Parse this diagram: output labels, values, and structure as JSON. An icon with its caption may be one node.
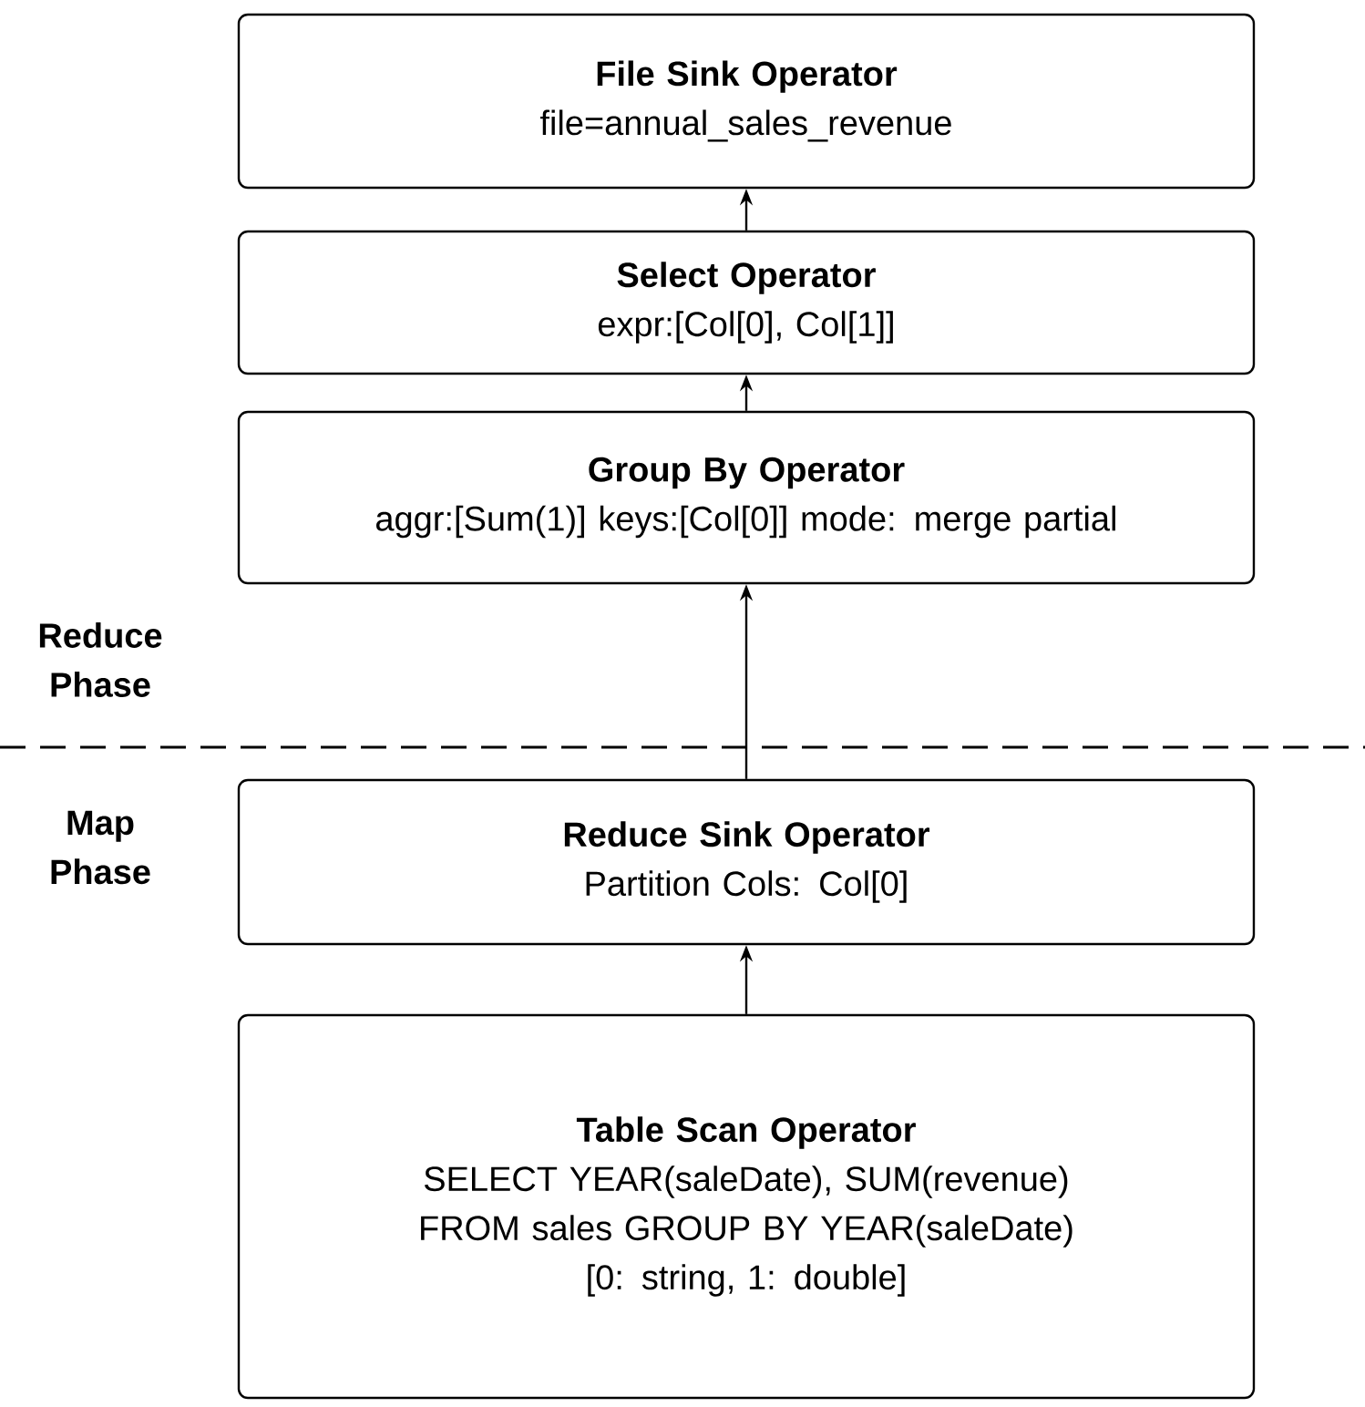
{
  "diagram": {
    "nodes": [
      {
        "text": [
          "File Sink Operator",
          "file=annual_sales_revenue"
        ]
      },
      {
        "text": [
          "Select Operator",
          "expr:[Col[0], Col[1]]"
        ]
      },
      {
        "text": [
          "Group By Operator",
          "aggr:[Sum(1)]  keys:[Col[0]] mode: merge partial"
        ]
      },
      {
        "text": [
          "Reduce Sink Operator",
          "Partition Cols: Col[0]"
        ]
      },
      {
        "text": [
          "Table Scan Operator",
          "SELECT YEAR(saleDate), SUM(revenue) FROM sales GROUP BY YEAR(saleDate)",
          "[0: string, 1: double]"
        ]
      }
    ],
    "edges": [
      {
        "from": 4,
        "to": 3,
        "arrow": "to"
      },
      {
        "from": 3,
        "to": 2,
        "arrow": "to"
      },
      {
        "from": 2,
        "to": 1,
        "arrow": "to"
      },
      {
        "from": 1,
        "to": 0,
        "arrow": "to"
      }
    ],
    "labels": [
      "Reduce Phase",
      "Map Phase"
    ]
  }
}
